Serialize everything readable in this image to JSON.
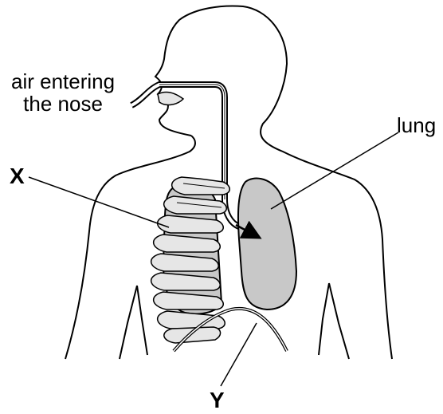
{
  "labels": {
    "air_line1": "air entering",
    "air_line2": "the nose",
    "lung": "lung",
    "x": "X",
    "y": "Y"
  },
  "colors": {
    "outline": "#000000",
    "organ_fill": "#c8c8c8",
    "rib_fill": "#e6e6e6",
    "background": "#ffffff"
  }
}
